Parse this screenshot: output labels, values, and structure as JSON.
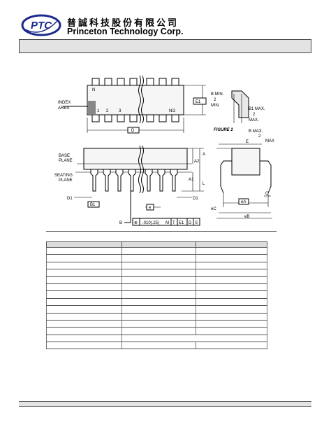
{
  "header": {
    "logo_text": "PTC",
    "company_name_cn": "普誠科技股份有限公司",
    "company_name_en": "Princeton Technology Corp."
  },
  "drawing": {
    "top_view": {
      "label_n": "N",
      "label_1": "1",
      "label_2": "2",
      "label_3": "3",
      "label_n2": "N/2",
      "index_area_line1": "INDEX",
      "index_area_line2": "AREA",
      "label_e1": "E1",
      "label_d": "D"
    },
    "side_view": {
      "base_plane_line1": "BASE",
      "base_plane_line2": "PLANE",
      "seating_plane_line1": "SEATING",
      "seating_plane_line2": "PLANE",
      "label_a2": "A2",
      "label_a": "A",
      "label_a1": "A1",
      "label_l": "L",
      "label_d1_left": "D1",
      "label_d1_right": "D1",
      "label_b1": "B1",
      "label_e": "e",
      "label_b": "B",
      "fcf_diameter": "⊕",
      "fcf_value": ".010(.25)",
      "fcf_m": "M",
      "fcf_t": "T",
      "fcf_e1": "E1",
      "fcf_d": "D",
      "fcf_s": "S"
    },
    "figure2": {
      "label": "FIGURE 2",
      "b_min_line1": "B MIN.",
      "b_min_line2": "2",
      "b_min_line3": "MIN.",
      "b1_max": "B1 MAX.",
      "b1_max_frac": "2",
      "b1_max_line3": "MAX.",
      "b_max": "B MAX.",
      "b_max_frac": "2",
      "b_max_line3": "MAX"
    },
    "end_view": {
      "label_e": "E",
      "label_c": "C",
      "label_ea": "eA",
      "label_ec": "eC",
      "label_eb": "eB"
    }
  },
  "table": {
    "columns": 3,
    "header_cells": [
      "",
      "",
      ""
    ],
    "rows": 14
  }
}
